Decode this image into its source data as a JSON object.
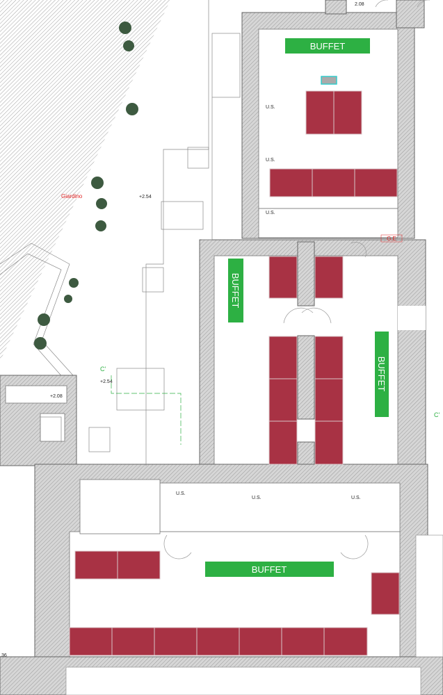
{
  "plan": {
    "garden_label": "Giardino",
    "elevations": [
      "+2.54",
      "+2.54",
      "+2.08"
    ],
    "dimension_top": "2.08",
    "dimension_left": ".36",
    "section_marks": [
      "C'",
      "C'"
    ],
    "ge_label": "G.E",
    "us_label": "U.S.",
    "buffet_label": "BUFFET"
  },
  "colors": {
    "buffet": "#2db043",
    "table": "#a83244",
    "markers": "#e02020"
  }
}
